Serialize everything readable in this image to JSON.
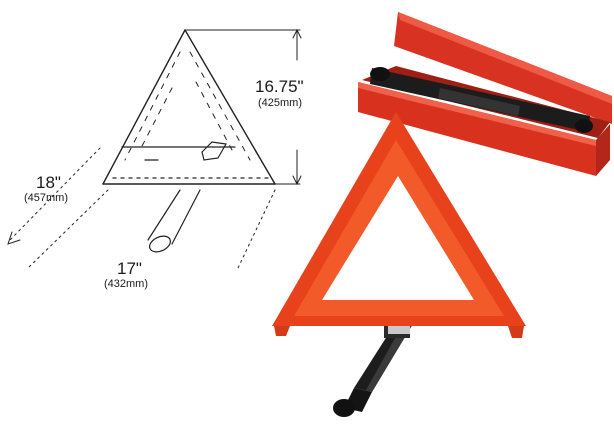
{
  "dimensions": {
    "height": {
      "imperial": "16.75\"",
      "metric": "(425mm)"
    },
    "length": {
      "imperial": "18\"",
      "metric": "(457mm)"
    },
    "base": {
      "imperial": "17\"",
      "metric": "(432mm)"
    }
  },
  "colors": {
    "triangle_red": "#e8421c",
    "reflector_orange": "#f25a2a",
    "case_red": "#d8321f",
    "case_dark": "#a81e12",
    "black_parts": "#1a1a1a",
    "line_art": "#222222"
  },
  "illustrations": [
    {
      "name": "line-drawing",
      "label": "folded triangle line drawing"
    },
    {
      "name": "photo",
      "label": "warning triangle with storage case"
    }
  ]
}
